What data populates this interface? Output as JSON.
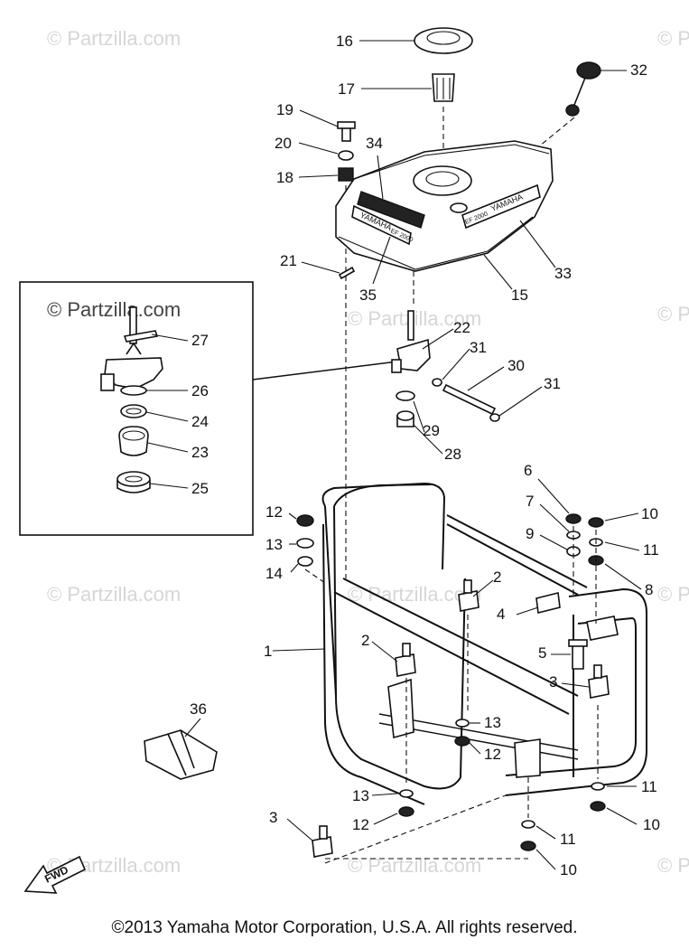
{
  "watermark": "© Partzilla.com",
  "copyright": "©2013  Yamaha Motor Corporation, U.S.A. All rights reserved.",
  "fwd_label": "FWD",
  "tank_branding": "YAMAHA",
  "tank_model": "EF 2000",
  "callouts": [
    "16",
    "17",
    "32",
    "19",
    "20",
    "34",
    "18",
    "21",
    "35",
    "15",
    "33",
    "22",
    "31",
    "30",
    "31",
    "29",
    "28",
    "27",
    "26",
    "24",
    "23",
    "25",
    "6",
    "7",
    "10",
    "12",
    "9",
    "13",
    "11",
    "14",
    "8",
    "2",
    "4",
    "1",
    "2",
    "5",
    "3",
    "36",
    "13",
    "12",
    "13",
    "12",
    "11",
    "3",
    "11",
    "10",
    "10"
  ]
}
